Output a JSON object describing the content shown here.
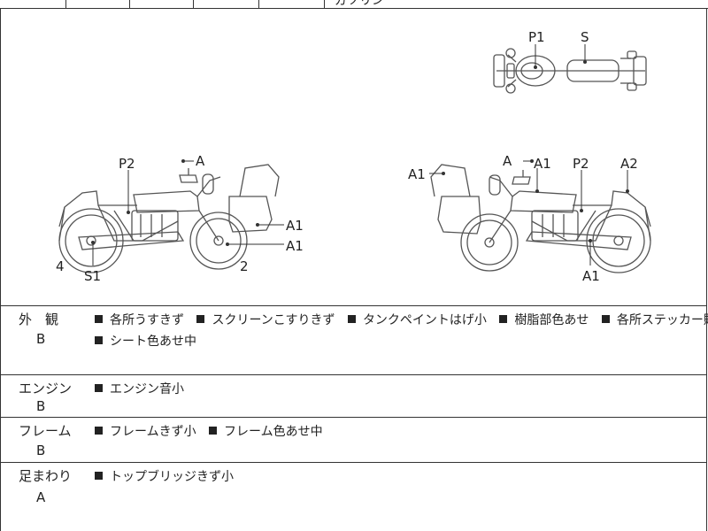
{
  "header_partial": "ガソリン",
  "diagram": {
    "top_view": [
      "P1",
      "S"
    ],
    "left_side": [
      "A",
      "P2",
      "A1",
      "A1",
      "4",
      "S1",
      "2"
    ],
    "right_side": [
      "A",
      "A1",
      "P2",
      "A2",
      "A1",
      "A1"
    ]
  },
  "sections": [
    {
      "category": "外　観",
      "grade": "B",
      "lines": [
        [
          "各所うすきず",
          "スクリーンこすりきず",
          "タンクペイントはげ小",
          "樹脂部色あせ",
          "各所ステッカー貼付"
        ],
        [
          "シート色あせ中"
        ]
      ]
    },
    {
      "category": "エンジン",
      "grade": "B",
      "lines": [
        [
          "エンジン音小"
        ]
      ]
    },
    {
      "category": "フレーム",
      "grade": "B",
      "lines": [
        [
          "フレームきず小",
          "フレーム色あせ中"
        ]
      ]
    },
    {
      "category": "足まわり",
      "grade": "A",
      "lines": [
        [
          "トップブリッジきず小"
        ]
      ]
    }
  ]
}
